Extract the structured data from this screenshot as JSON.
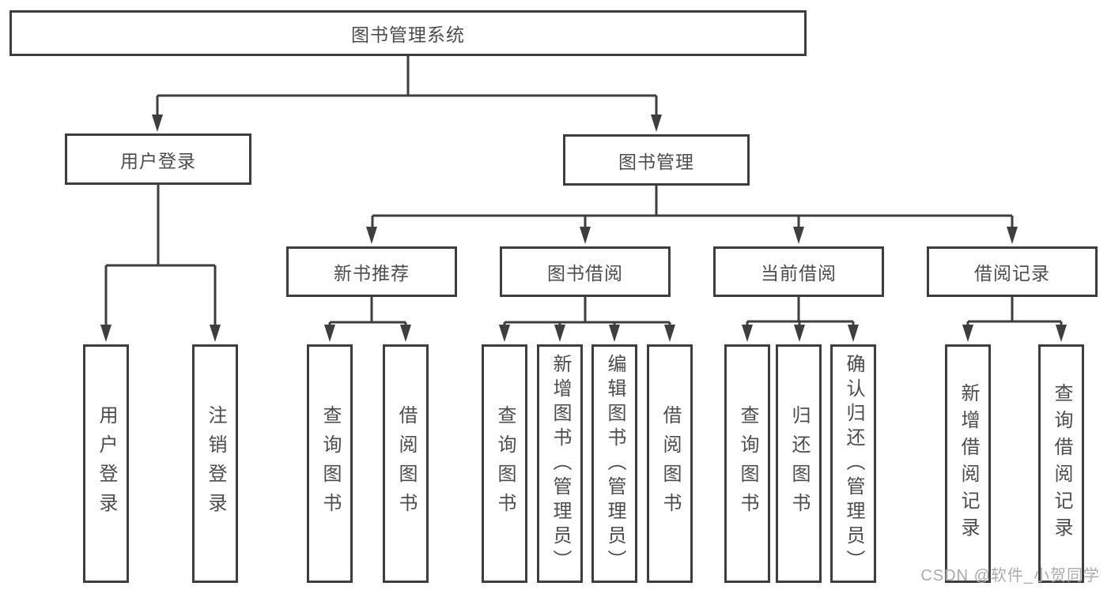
{
  "tree": {
    "root": {
      "label": "图书管理系统"
    },
    "children": [
      {
        "label": "用户登录",
        "children": [
          {
            "label": "用户登录"
          },
          {
            "label": "注销登录"
          }
        ]
      },
      {
        "label": "图书管理",
        "children": [
          {
            "label": "新书推荐",
            "children": [
              {
                "label": "查询图书"
              },
              {
                "label": "借阅图书"
              }
            ]
          },
          {
            "label": "图书借阅",
            "children": [
              {
                "label": "查询图书"
              },
              {
                "label": "新增图书（管理员）"
              },
              {
                "label": "编辑图书（管理员）"
              },
              {
                "label": "借阅图书"
              }
            ]
          },
          {
            "label": "当前借阅",
            "children": [
              {
                "label": "查询图书"
              },
              {
                "label": "归还图书"
              },
              {
                "label": "确认归还（管理员）"
              }
            ]
          },
          {
            "label": "借阅记录",
            "children": [
              {
                "label": "新增借阅记录"
              },
              {
                "label": "查询借阅记录"
              }
            ]
          }
        ]
      }
    ]
  },
  "watermark": {
    "text": "CSDN @软件_小贺同学"
  },
  "colors": {
    "line": "#3e3e3e",
    "box_border": "#3e3e3e",
    "text": "#4c4c4c",
    "watermark": "#aaaab2",
    "background": "#ffffff"
  }
}
